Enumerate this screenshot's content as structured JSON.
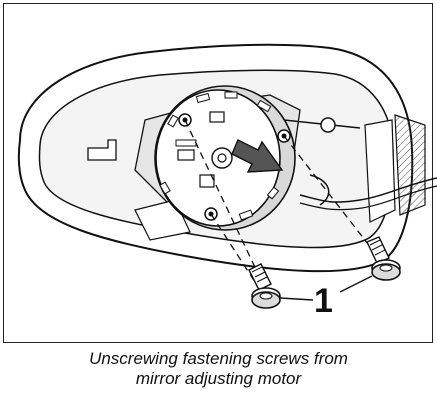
{
  "diagram": {
    "callout_number": "1",
    "caption_line1": "Unscrewing fastening screws from",
    "caption_line2": "mirror adjusting motor"
  },
  "colors": {
    "line": "#111111",
    "fill": "#ffffff",
    "shade": "#d9d9d9"
  }
}
